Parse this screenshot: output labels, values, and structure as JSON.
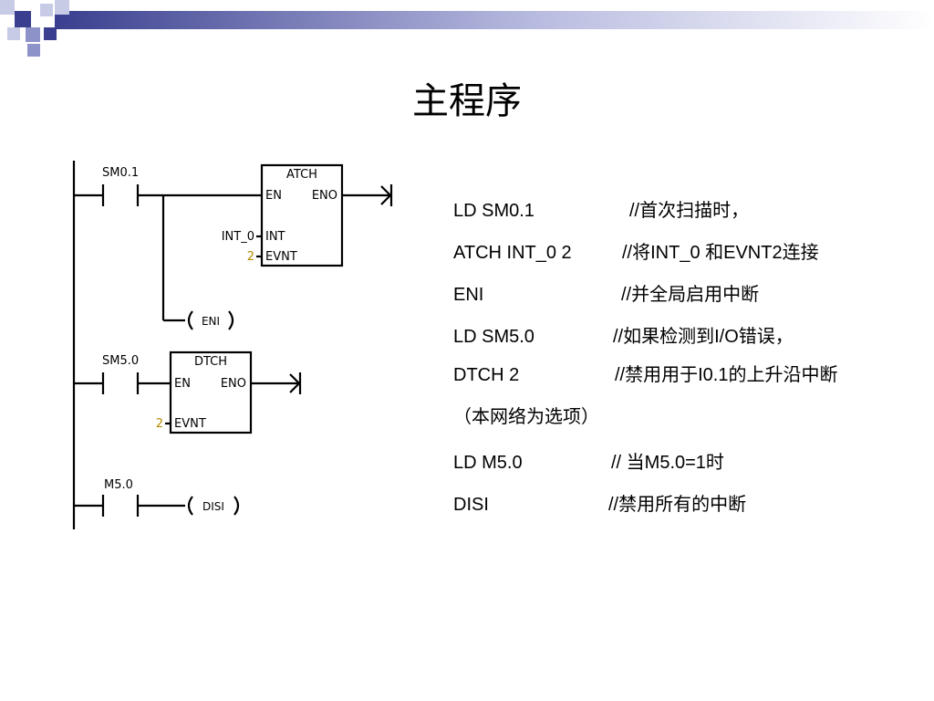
{
  "slide": {
    "title": "主程序"
  },
  "ladder": {
    "rung1": {
      "contact": "SM0.1",
      "box_name": "ATCH",
      "en": "EN",
      "eno": "ENO",
      "int_label": "INT",
      "int_value": "INT_0",
      "evnt_label": "EVNT",
      "evnt_value": "2",
      "coil": "ENI"
    },
    "rung2": {
      "contact": "SM5.0",
      "box_name": "DTCH",
      "en": "EN",
      "eno": "ENO",
      "evnt_label": "EVNT",
      "evnt_value": "2"
    },
    "rung3": {
      "contact": "M5.0",
      "coil": "DISI"
    }
  },
  "code": [
    {
      "stmt": "LD SM0.1",
      "comment": "//首次扫描时，"
    },
    {
      "stmt": "ATCH INT_0 2",
      "comment": "//将INT_0 和EVNT2连接"
    },
    {
      "stmt": "ENI",
      "comment": "//并全局启用中断"
    },
    {
      "stmt": "LD SM5.0",
      "comment": "//如果检测到I/O错误，"
    },
    {
      "stmt": "DTCH 2",
      "comment": "//禁用用于I0.1的上升沿中断"
    },
    {
      "stmt": "",
      "comment": "（本网络为选项）"
    },
    {
      "stmt": "LD M5.0",
      "comment": "// 当M5.0=1时"
    },
    {
      "stmt": "DISI",
      "comment": "//禁用所有的中断"
    }
  ],
  "colors": {
    "deco_dark": "#3a3f8f",
    "deco_mid": "#8d92c9",
    "deco_light": "#c8cbe6"
  }
}
